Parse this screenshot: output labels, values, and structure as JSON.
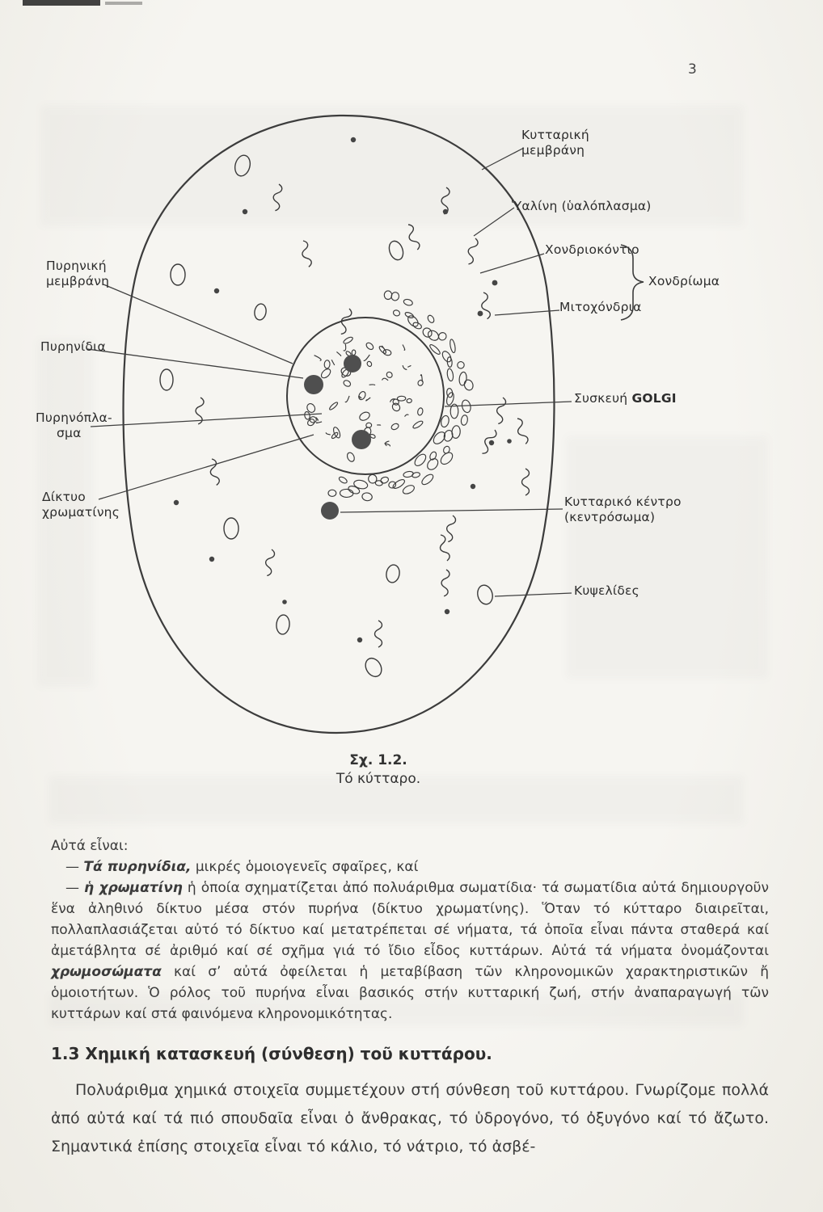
{
  "page": {
    "number": "3"
  },
  "figure": {
    "caption_label": "Σχ. 1.2.",
    "caption_title": "Τό κύτταρο.",
    "labels": {
      "cell_membrane_1": "Κυτταρική",
      "cell_membrane_2": "μεμβράνη",
      "hyaline": "Ὑαλίνη (ὑαλόπλασμα)",
      "chondriokontio": "Χονδριοκόντιο",
      "mitochondria": "Μιτοχόνδρια",
      "chondrioma": "Χονδρίωμα",
      "golgi_1": "Συσκευή",
      "golgi_2": "GOLGI",
      "cell_center_1": "Κυτταρικό κέντρο",
      "cell_center_2": "(κεντρόσωμα)",
      "vesicles": "Κυψελίδες",
      "nuclear_membrane_1": "Πυρηνική",
      "nuclear_membrane_2": "μεμβράνη",
      "nucleoli": "Πυρηνίδια",
      "nucleoplasm_1": "Πυρηνόπλα-",
      "nucleoplasm_2": "σμα",
      "chromatin_net_1": "Δίκτυο",
      "chromatin_net_2": "χρωματίνης"
    }
  },
  "text": {
    "intro": "Αὐτά εἶναι:",
    "item1_dash": "— ",
    "item1_term": "Τά πυρηνίδια,",
    "item1_rest": " μικρές ὁμοιογενεῖς σφαῖρες, καί",
    "item2_dash": "— ",
    "item2_term": "ἡ χρωματίνη",
    "item2_a": " ἡ ὁποία σχηματίζεται ἀπό πολυάριθμα σωματίδια· τά σωματίδια αὐτά δημιουργοῦν ἕνα ἀληθινό δίκτυο μέσα στόν πυρήνα (δίκτυο χρωματίνης). Ὅταν τό κύτταρο διαιρεῖται, πολλαπλασιάζεται αὐτό τό δίκτυο καί μετατρέπεται σέ νήματα, τά ὁποῖα εἶναι πάντα σταθερά καί ἀμετάβλητα σέ ἀριθμό καί σέ σχῆμα γιά τό ἴδιο εἶδος κυττάρων. Αὐτά τά νήματα ὀνομάζονται ",
    "item2_term2": "χρωμοσώματα",
    "item2_b": " καί σ’ αὐτά ὀφείλεται ἡ μεταβίβαση τῶν κληρονομικῶν χαρακτηριστικῶν ἤ ὁμοιοτήτων. Ὁ ρόλος τοῦ πυρήνα εἶναι βασικός στήν κυτταρική ζωή, στήν ἀναπαραγωγή τῶν κυττάρων καί στά φαινόμενα κληρονομικότητας.",
    "heading": "1.3 Χημική κατασκευή (σύνθεση) τοῦ κυττάρου.",
    "para2": "Πολυάριθμα χημικά στοιχεῖα συμμετέχουν στή σύνθεση τοῦ κυττάρου. Γνωρίζομε πολλά ἀπό αὐτά καί τά πιό σπουδαῖα εἶναι ὁ ἄνθρακας, τό ὑδρογόνο, τό ὀξυγόνο καί τό ἄζωτο. Σημαντικά ἐπίσης στοιχεῖα εἶναι τό κάλιο, τό νάτριο, τό ἀσβέ-"
  },
  "colors": {
    "ink": "#3a3a3a",
    "paper": "#f5f4f0"
  }
}
